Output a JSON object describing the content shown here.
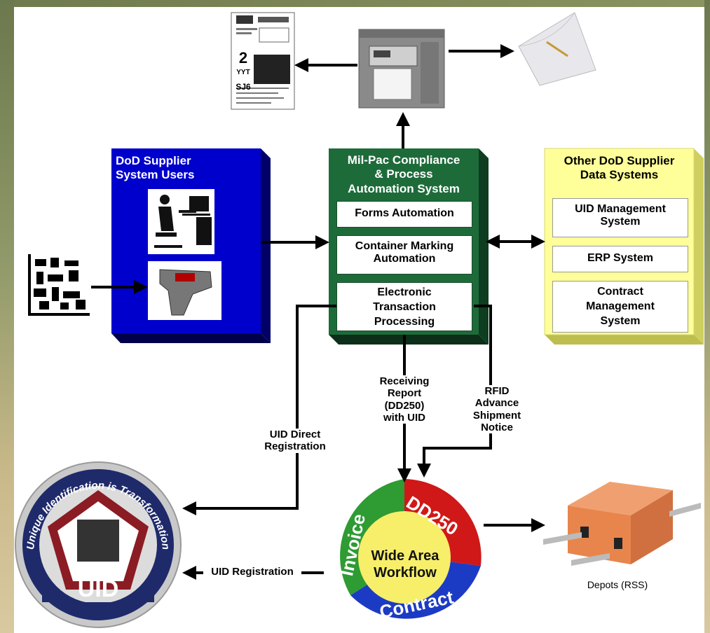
{
  "blue_box": {
    "title_line1": "DoD Supplier",
    "title_line2": "System Users"
  },
  "green_box": {
    "title_line1": "Mil-Pac Compliance",
    "title_line2": "& Process",
    "title_line3": "Automation System",
    "forms": "Forms Automation",
    "container_line1": "Container Marking",
    "container_line2": "Automation",
    "etp_line1": "Electronic",
    "etp_line2": "Transaction",
    "etp_line3": "Processing"
  },
  "yellow_box": {
    "title_line1": "Other DoD Supplier",
    "title_line2": "Data Systems",
    "uid_line1": "UID Management",
    "uid_line2": "System",
    "erp": "ERP System",
    "contract_line1": "Contract",
    "contract_line2": "Management",
    "contract_line3": "System"
  },
  "label_slip": {
    "big_number": "2",
    "code1": "YYT",
    "code2": "SJ6"
  },
  "uid_direct_line1": "UID Direct",
  "uid_direct_line2": "Registration",
  "receiving_line1": "Receiving",
  "receiving_line2": "Report",
  "receiving_line3": "(DD250)",
  "receiving_line4": "with UID",
  "rfid_line1": "RFID",
  "rfid_line2": "Advance",
  "rfid_line3": "Shipment",
  "rfid_line4": "Notice",
  "uid_registration": "UID Registration",
  "depots": "Depots (RSS)",
  "uid_seal": {
    "ring_text": "Unique Identification is Transformation",
    "center": "UID"
  },
  "workflow": {
    "dd250": "DD250",
    "invoice": "Invoice",
    "contract": "Contract",
    "center_line1": "Wide Area",
    "center_line2": "Workflow"
  },
  "colors": {
    "blue": "#0000cc",
    "green": "#1e6b3a",
    "yellow": "#ffff99",
    "seal_navy": "#1f2a6b"
  }
}
